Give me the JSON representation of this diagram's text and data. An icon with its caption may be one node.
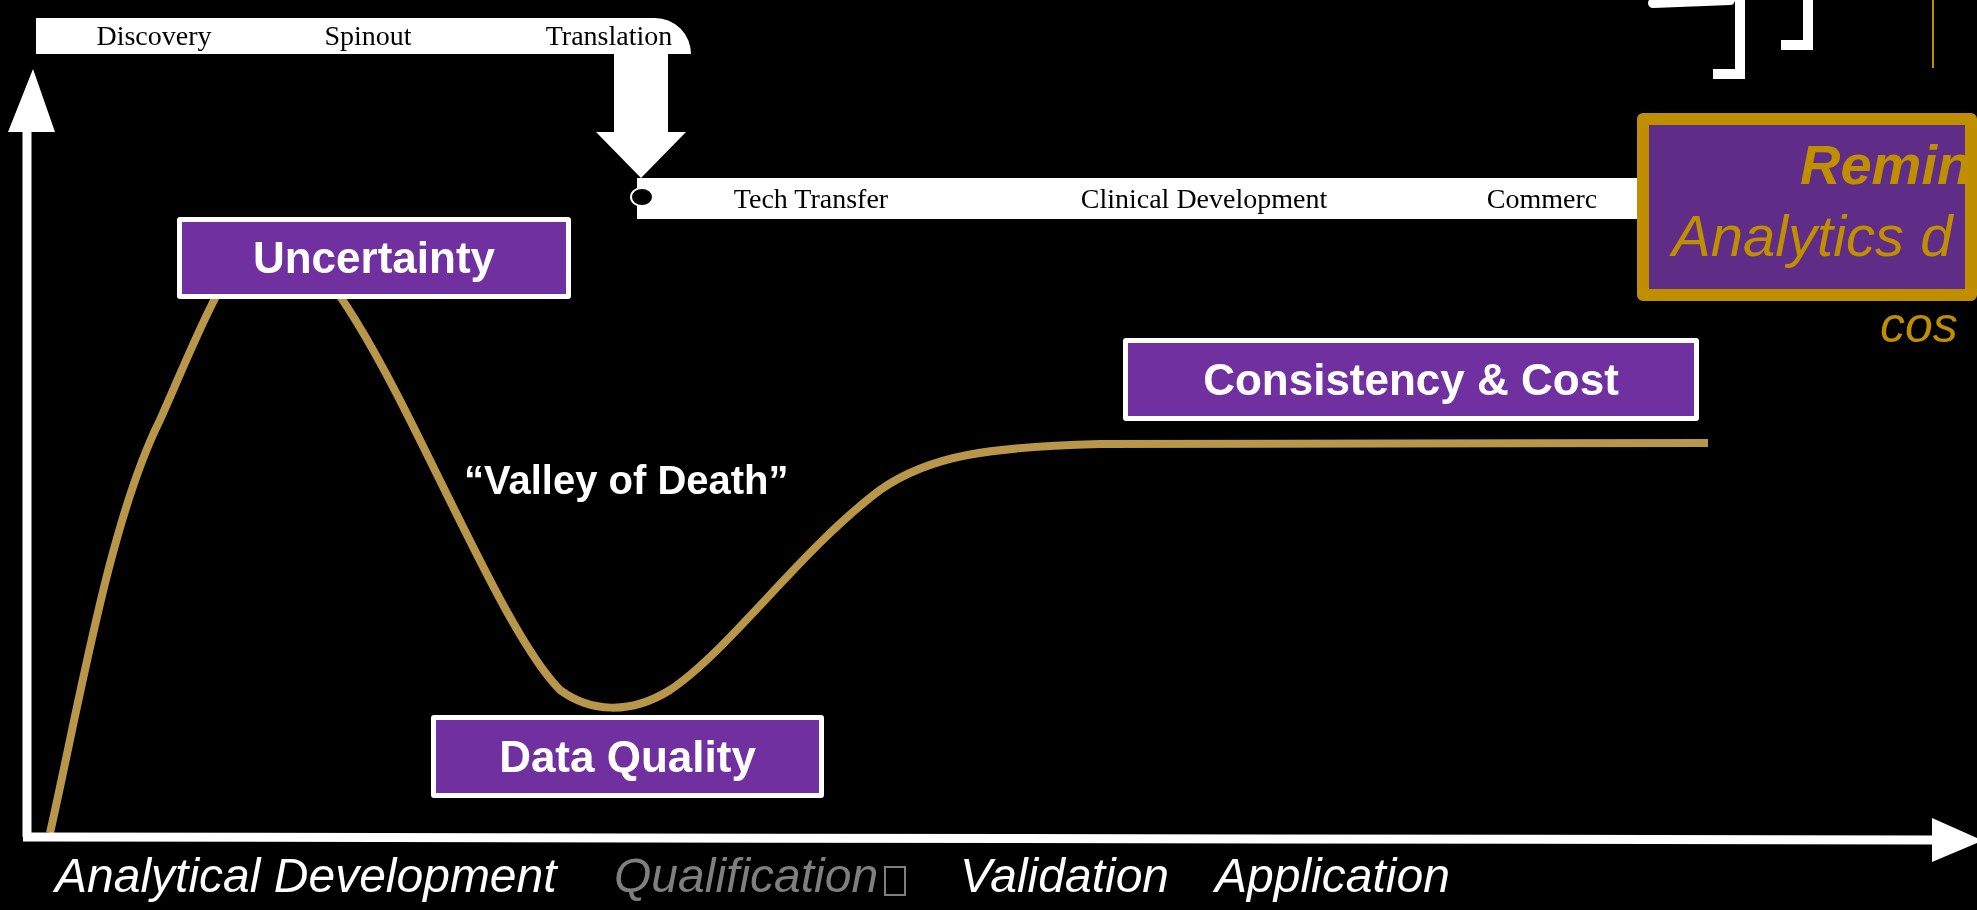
{
  "diagram": {
    "nodes": [
      {
        "text": [
          "Discovery",
          "Spinout",
          "Translation"
        ]
      },
      {
        "text": [
          "Tech Transfer",
          "Clinical Development",
          "Commerc"
        ]
      },
      {
        "text": [
          "Uncertainty"
        ]
      },
      {
        "text": [
          "Consistency & Cost"
        ]
      },
      {
        "text": [
          "Data Quality"
        ]
      },
      {
        "text": [
          "Remin",
          "Analytics d"
        ],
        "beside": [
          "cos"
        ]
      }
    ],
    "edges": [
      {
        "from": 0,
        "to": 1,
        "arrow": "to"
      }
    ],
    "labels": [
      "“Valley of Death”",
      "Analytical Development",
      "Qualification",
      "Validation",
      "Application"
    ]
  }
}
